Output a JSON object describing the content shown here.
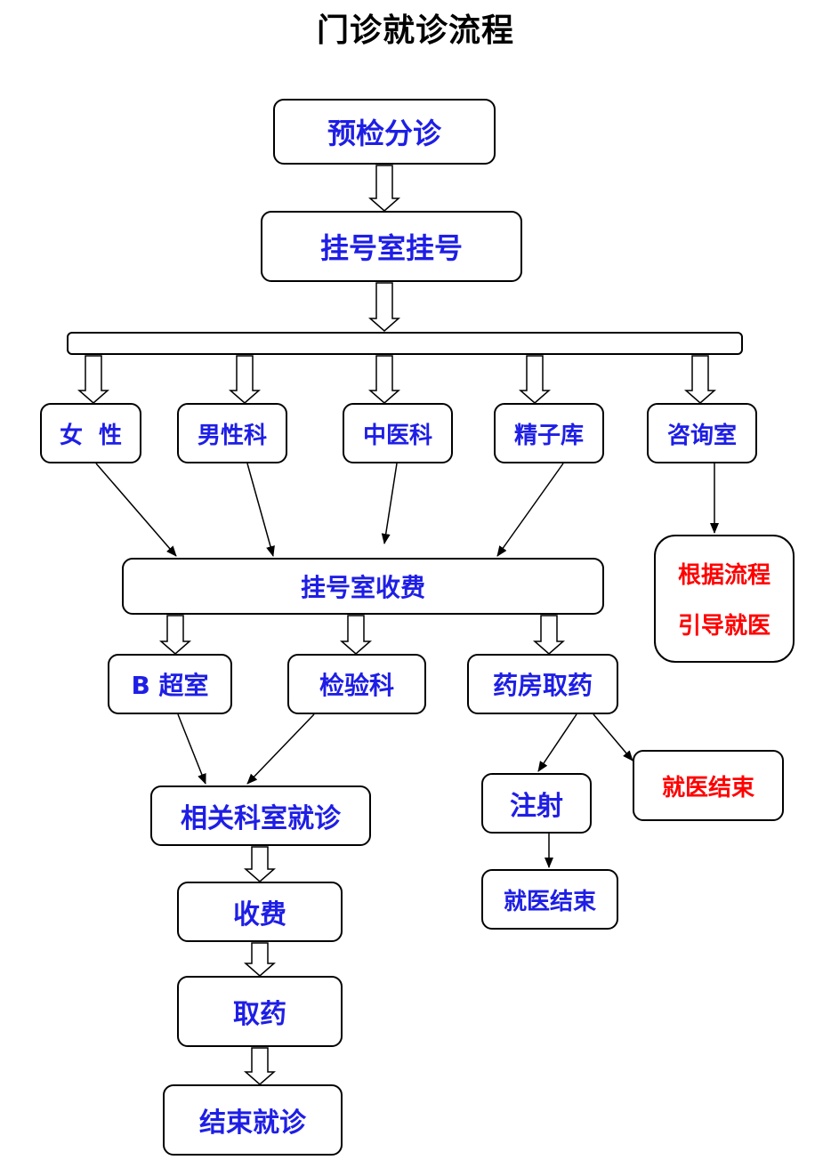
{
  "title": "门诊就诊流程",
  "colors": {
    "node_text": "#1e1ee6",
    "alert_text": "#ff0000",
    "border": "#000000"
  },
  "nodes": {
    "triage": "预检分诊",
    "registration": "挂号室挂号",
    "dept_female": "女  性",
    "dept_male": "男性科",
    "dept_tcm": "中医科",
    "dept_sperm_bank": "精子库",
    "consultation": "咨询室",
    "guide_line1": "根据流程",
    "guide_line2": "引导就医",
    "registration_fee": "挂号室收费",
    "ultrasound": "B 超室",
    "lab": "检验科",
    "pharmacy": "药房取药",
    "related_dept": "相关科室就诊",
    "injection": "注射",
    "end_visit_red": "就医结束",
    "end_visit_blue": "就医结束",
    "fee": "收费",
    "get_medicine": "取药",
    "end_consultation": "结束就诊"
  }
}
